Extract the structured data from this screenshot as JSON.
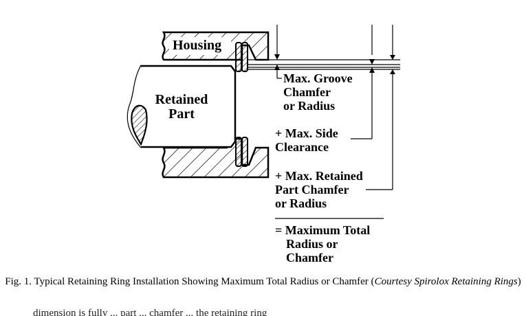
{
  "labels": {
    "housing": "Housing",
    "retained_part": [
      "Retained",
      "Part"
    ],
    "groove_chamfer": [
      "Max. Groove",
      "Chamfer",
      "or Radius"
    ],
    "side_clearance": [
      "+ Max. Side",
      "Clearance"
    ],
    "part_chamfer": [
      "+ Max. Retained",
      "Part Chamfer",
      "or Radius"
    ],
    "total": [
      "= Maximum Total",
      "Radius or",
      "Chamfer"
    ]
  },
  "caption": {
    "main": "Fig. 1. Typical Retaining Ring Installation Showing Maximum Total Radius or Chamfer (",
    "italic": "Courtesy Spirolox Retaining Rings",
    "end": ")"
  },
  "footer_fragment": "dimension is fully ... part ... chamfer ... the retaining ring"
}
